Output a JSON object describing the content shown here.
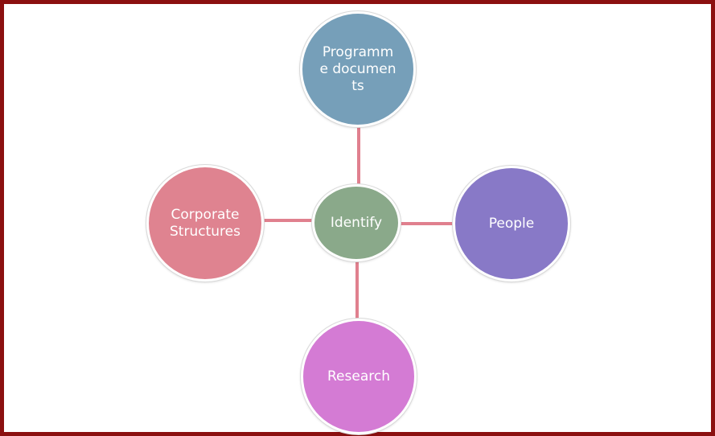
{
  "diagram": {
    "center": {
      "label": "Identify",
      "color": "#8aa98a"
    },
    "nodes": [
      {
        "id": "top",
        "label": "Programme documents",
        "color": "#769fb9"
      },
      {
        "id": "left",
        "label": "Corporate Structures",
        "color": "#df8390"
      },
      {
        "id": "right",
        "label": "People",
        "color": "#8879c7"
      },
      {
        "id": "bottom",
        "label": "Research",
        "color": "#d47bd4"
      }
    ],
    "connector_color": "#e0808e",
    "frame_color": "#8b1010"
  }
}
